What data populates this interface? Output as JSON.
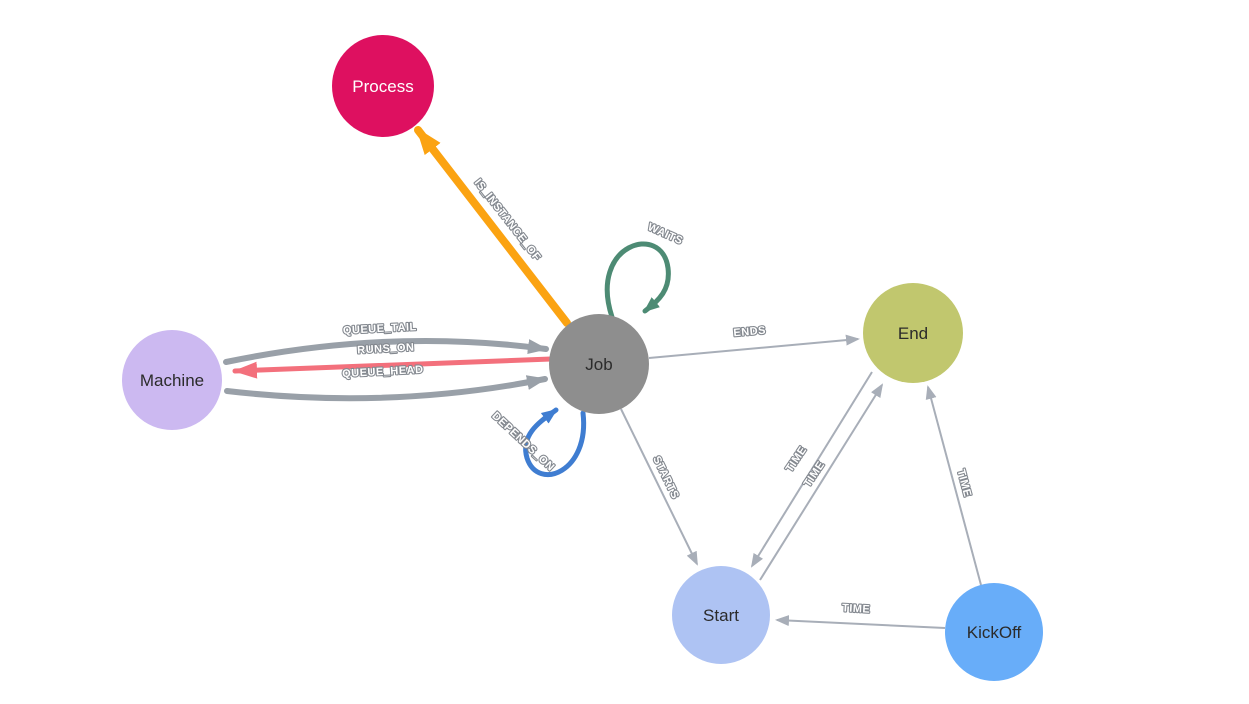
{
  "diagram": {
    "type": "graph-visualization",
    "background": "#ffffff"
  },
  "colors": {
    "edge_default": "#a8aeb8",
    "edge_queue_gray": "#99a0a8",
    "edge_runs_on_red": "#f3707c",
    "edge_is_instance_orange": "#fba312",
    "edge_waits_teal": "#4d8b74",
    "edge_depends_blue": "#3f7dd1",
    "edge_label_fill": "#ffffff",
    "edge_label_outline": "#83888f"
  },
  "nodes": [
    {
      "id": "process",
      "label": "Process",
      "fill": "#de1060",
      "text_color": "#ffffff"
    },
    {
      "id": "machine",
      "label": "Machine",
      "fill": "#ccb9f1",
      "text_color": "#2b2b2b"
    },
    {
      "id": "job",
      "label": "Job",
      "fill": "#8e8e8e",
      "text_color": "#2b2b2b"
    },
    {
      "id": "end",
      "label": "End",
      "fill": "#c1c76e",
      "text_color": "#2b2b2b"
    },
    {
      "id": "start",
      "label": "Start",
      "fill": "#aec3f3",
      "text_color": "#2b2b2b"
    },
    {
      "id": "kickoff",
      "label": "KickOff",
      "fill": "#68adf9",
      "text_color": "#2b2b2b"
    }
  ],
  "edges": [
    {
      "id": "is-instance-of",
      "label": "IS_INSTANCE_OF",
      "from": "Job",
      "to": "Process",
      "color": "#fba312"
    },
    {
      "id": "waits",
      "label": "WAITS",
      "from": "Job",
      "to": "Job",
      "color": "#4d8b74"
    },
    {
      "id": "queue-tail",
      "label": "QUEUE_TAIL",
      "from": "Machine",
      "to": "Job",
      "color": "#99a0a8"
    },
    {
      "id": "runs-on",
      "label": "RUNS_ON",
      "from": "Job",
      "to": "Machine",
      "color": "#f3707c"
    },
    {
      "id": "queue-head",
      "label": "QUEUE_HEAD",
      "from": "Machine",
      "to": "Job",
      "color": "#99a0a8"
    },
    {
      "id": "depends-on",
      "label": "DEPENDS_ON",
      "from": "Job",
      "to": "Job",
      "color": "#3f7dd1"
    },
    {
      "id": "ends",
      "label": "ENDS",
      "from": "Job",
      "to": "End",
      "color": "#a8aeb8"
    },
    {
      "id": "starts",
      "label": "STARTS",
      "from": "Job",
      "to": "Start",
      "color": "#a8aeb8"
    },
    {
      "id": "time-end-start",
      "label": "TIME",
      "from": "End",
      "to": "Start",
      "color": "#a8aeb8"
    },
    {
      "id": "time-start-end",
      "label": "TIME",
      "from": "Start",
      "to": "End",
      "color": "#a8aeb8"
    },
    {
      "id": "time-kickoff-end",
      "label": "TIME",
      "from": "KickOff",
      "to": "End",
      "color": "#a8aeb8"
    },
    {
      "id": "time-kickoff-start",
      "label": "TIME",
      "from": "KickOff",
      "to": "Start",
      "color": "#a8aeb8"
    }
  ]
}
